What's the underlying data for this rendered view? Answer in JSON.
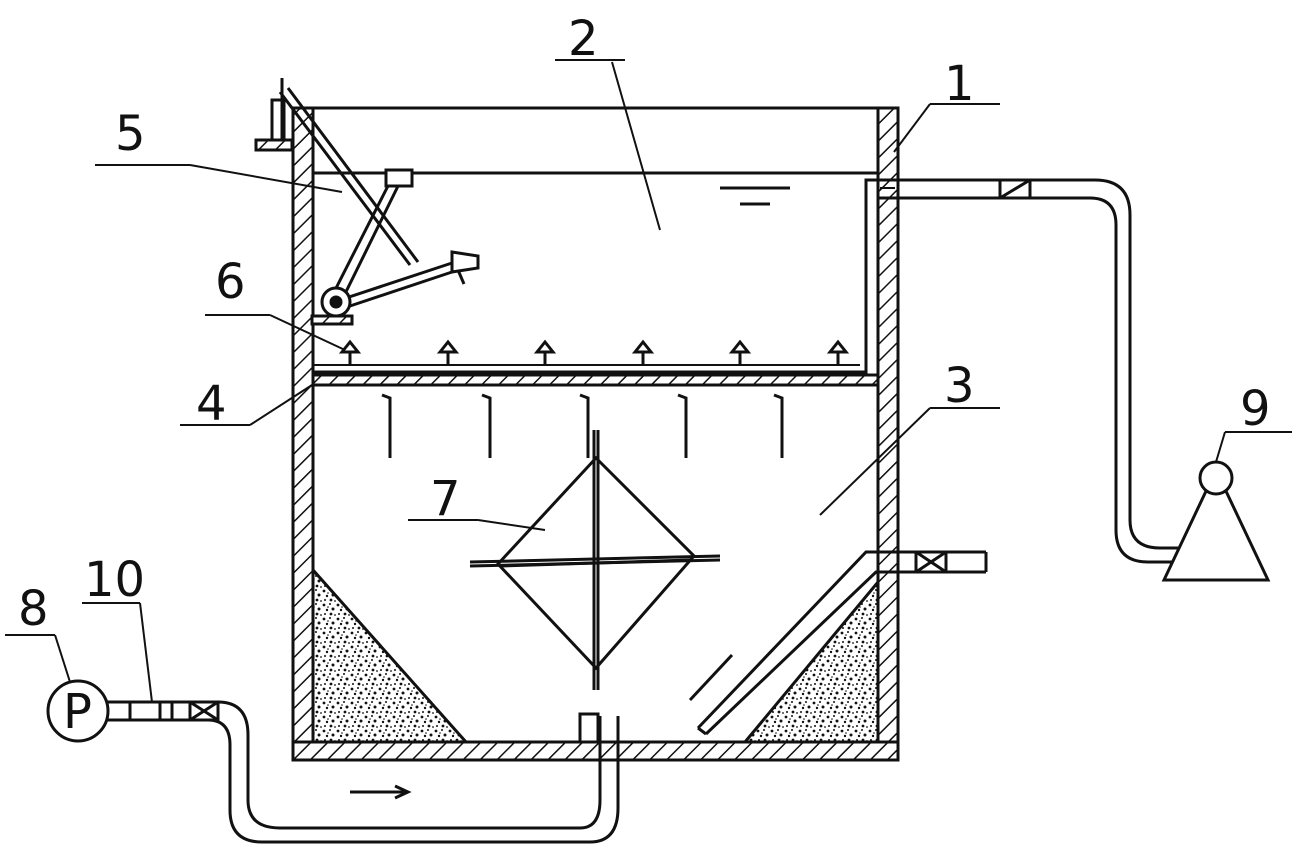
{
  "labels": {
    "l1": "1",
    "l2": "2",
    "l3": "3",
    "l4": "4",
    "l5": "5",
    "l6": "6",
    "l7": "7",
    "l8": "8",
    "l9": "9",
    "l10": "10",
    "pump": "P"
  },
  "colors": {
    "ink": "#111111",
    "background": "#ffffff"
  }
}
